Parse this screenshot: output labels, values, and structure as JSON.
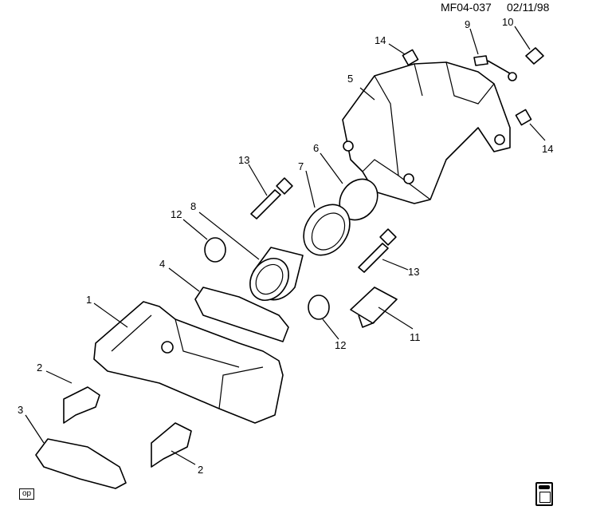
{
  "header": {
    "doc_id": "MF04-037",
    "date": "02/11/98"
  },
  "callouts": {
    "c1": "1",
    "c2a": "2",
    "c2b": "2",
    "c3": "3",
    "c4": "4",
    "c5": "5",
    "c6": "6",
    "c7": "7",
    "c8": "8",
    "c9": "9",
    "c10": "10",
    "c11": "11",
    "c12a": "12",
    "c12b": "12",
    "c13a": "13",
    "c13b": "13",
    "c14a": "14",
    "c14b": "14"
  },
  "footer": {
    "badge": "op"
  },
  "icons": {
    "footer_right": "service-manual-book-icon"
  }
}
